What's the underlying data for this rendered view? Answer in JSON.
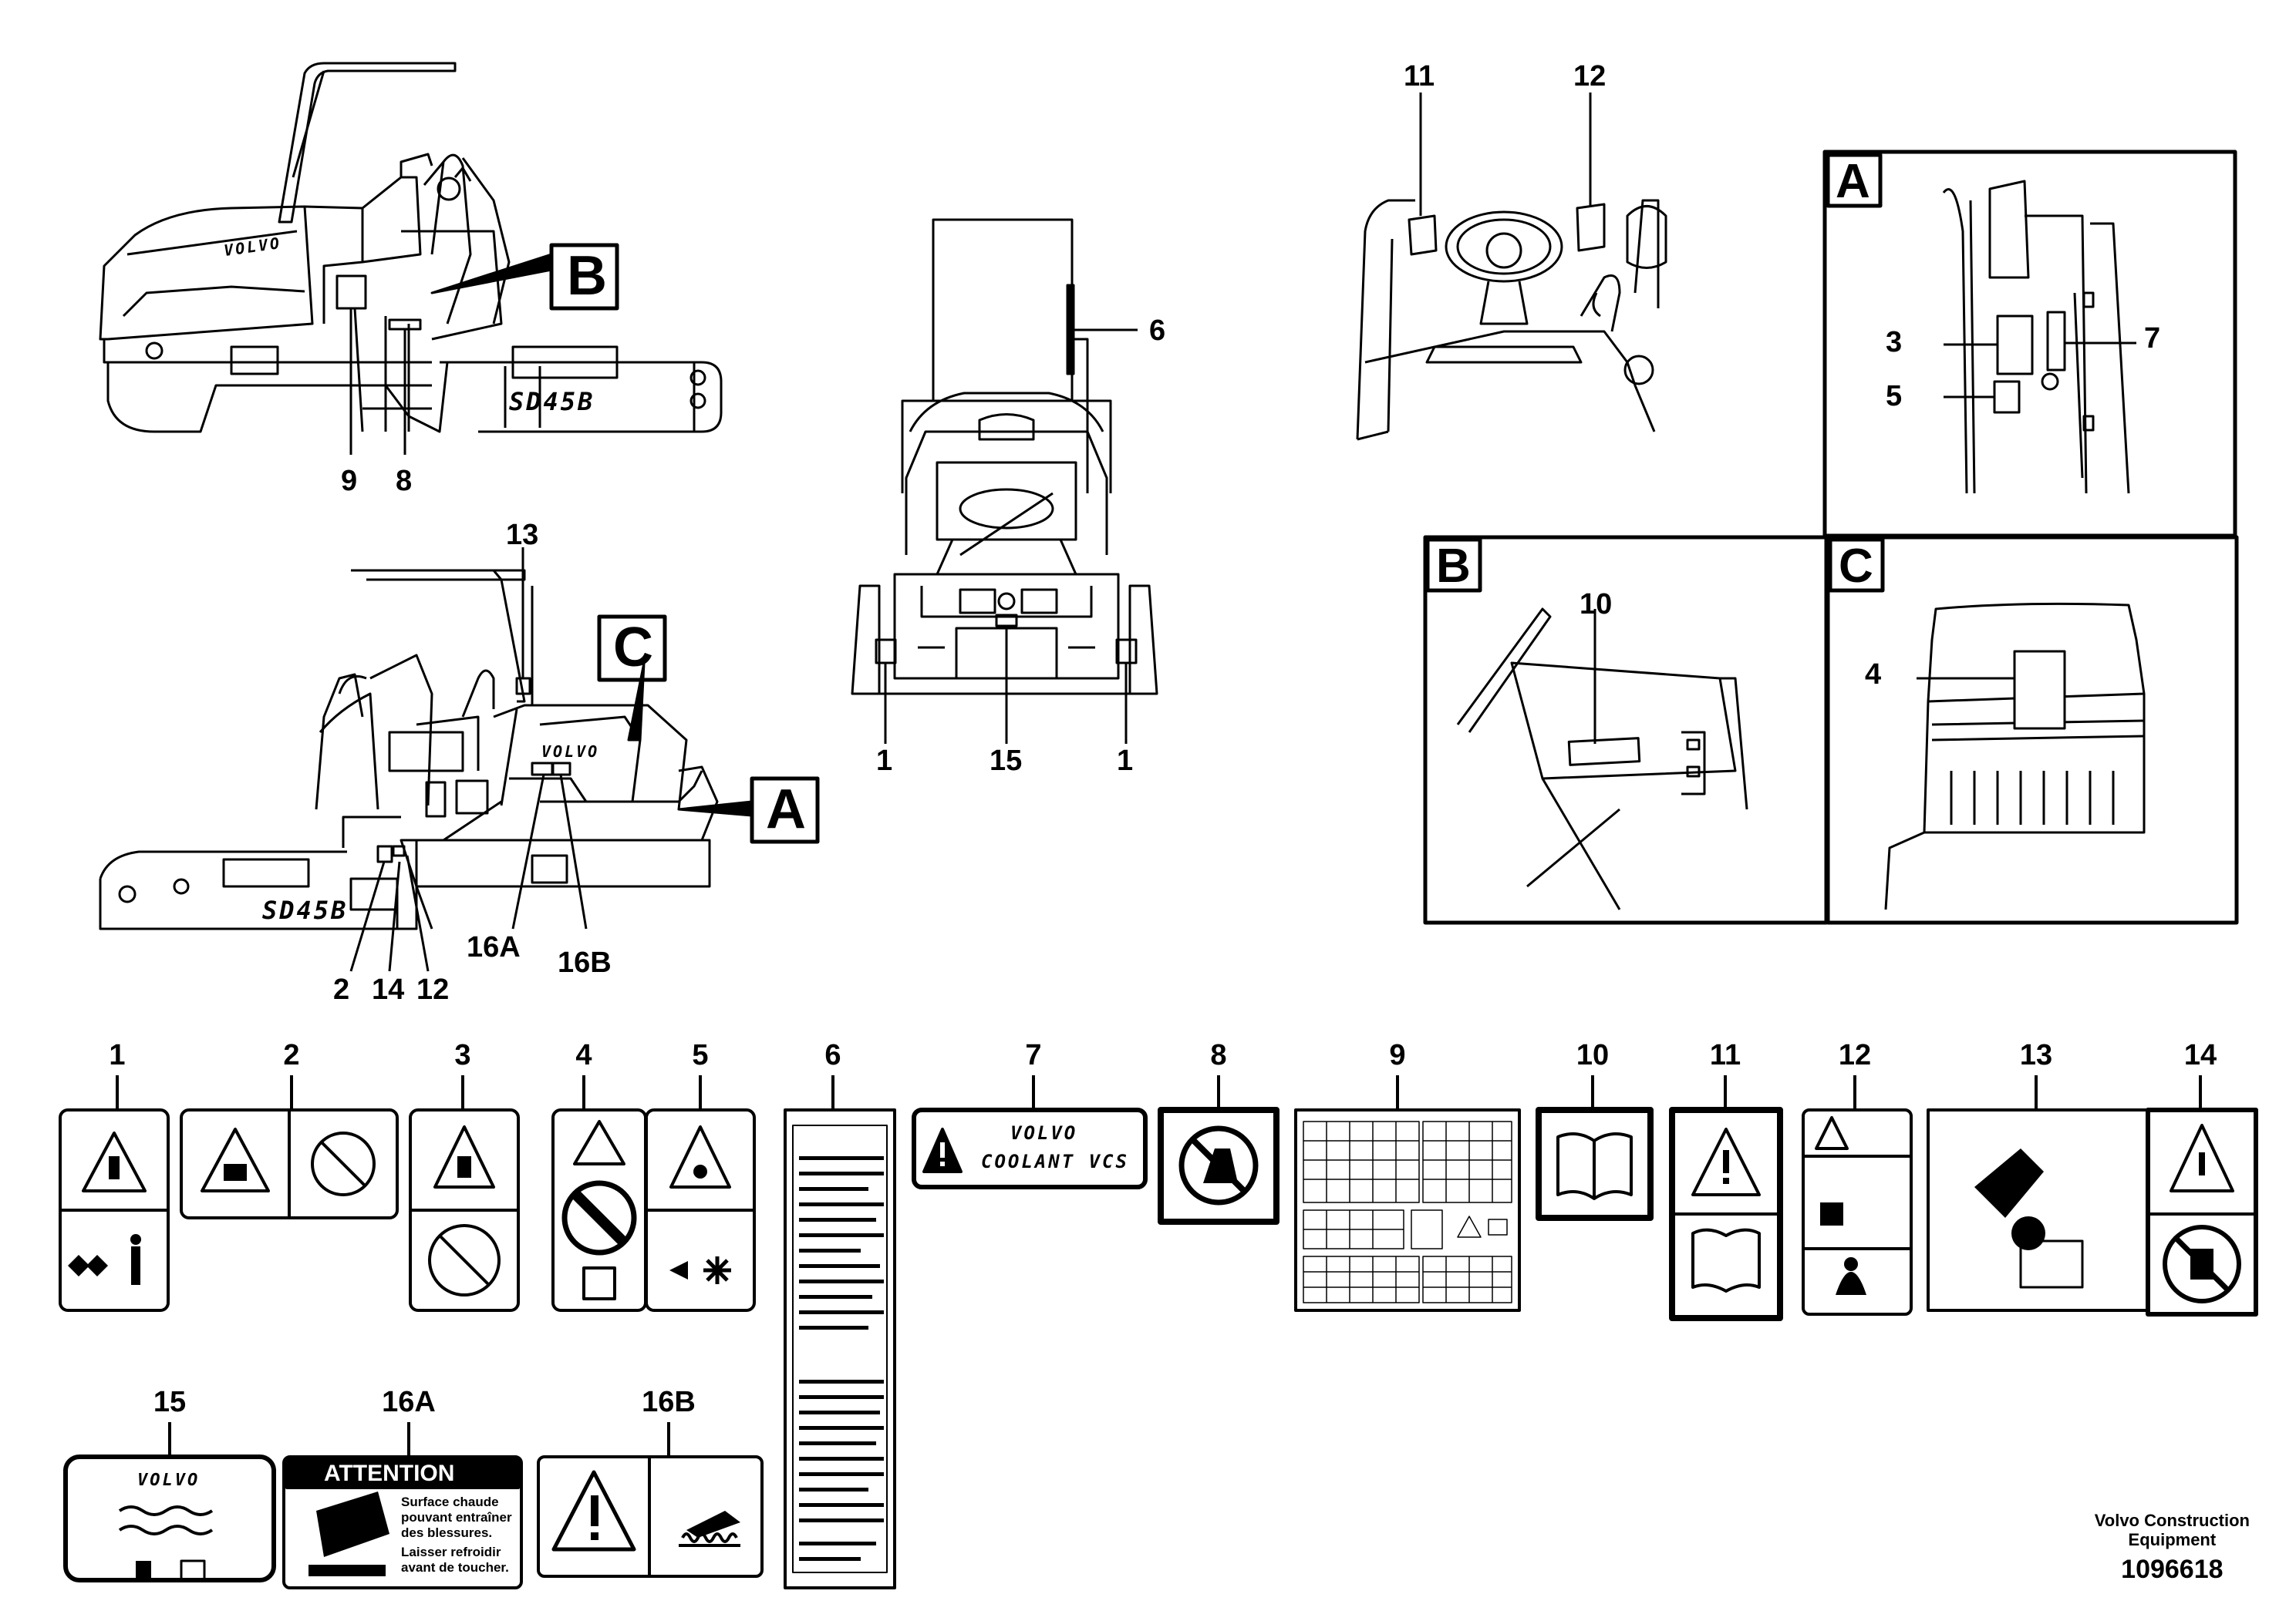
{
  "diagram": {
    "model_side_left": "SD45B",
    "model_side_right": "SD45B",
    "brand": "VOLVO",
    "detail_views": [
      "A",
      "B",
      "C"
    ],
    "callouts": {
      "top_left": [
        "9",
        "8"
      ],
      "front": [
        "6",
        "1",
        "15",
        "1"
      ],
      "cab": [
        "11",
        "12"
      ],
      "side_right": [
        "13",
        "2",
        "14",
        "12",
        "16A",
        "16B"
      ],
      "detail_A": [
        "3",
        "7",
        "5"
      ],
      "detail_B": [
        "10"
      ],
      "detail_C": [
        "4"
      ]
    }
  },
  "decals": {
    "numbers": [
      "1",
      "2",
      "3",
      "4",
      "5",
      "6",
      "7",
      "8",
      "9",
      "10",
      "11",
      "12",
      "13",
      "14",
      "15",
      "16A",
      "16B"
    ],
    "decal7_text": [
      "VOLVO",
      "COOLANT VCS"
    ],
    "decal15_brand": "VOLVO",
    "decal16A": {
      "header": "ATTENTION",
      "lines": [
        "Surface chaude",
        "pouvant entraîner",
        "des blessures.",
        "Laisser refroidir",
        "avant de toucher."
      ]
    }
  },
  "footer": {
    "company_line1": "Volvo Construction",
    "company_line2": "Equipment",
    "drawing_id": "1096618"
  }
}
